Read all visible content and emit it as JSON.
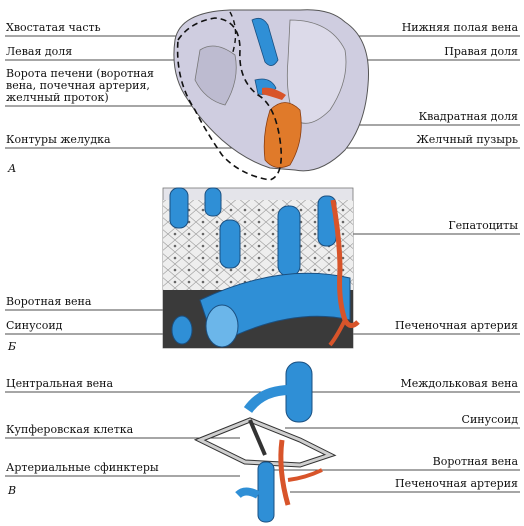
{
  "panelA": {
    "letter": "А",
    "labels_left": [
      "Хвостатая часть",
      "Левая доля",
      "Ворота печени (воротная\nвена, почечная артерия,\nжелчный проток)",
      "Контуры желудка"
    ],
    "labels_right": [
      "Нижняя полая вена",
      "Правая доля",
      "Квадратная доля",
      "Желчный пузырь"
    ]
  },
  "panelB": {
    "letter": "Б",
    "labels_left": [
      "Воротная вена",
      "Синусоид"
    ],
    "labels_right": [
      "Гепатоциты",
      "Печеночная артерия"
    ]
  },
  "panelV": {
    "letter": "В",
    "labels_left": [
      "Центральная вена",
      "Купферовская клетка",
      "Артериальные сфинктеры"
    ],
    "labels_right": [
      "Междольковая вена",
      "Синусоид",
      "Воротная вена",
      "Печеночная артерия"
    ]
  },
  "colors": {
    "vein": "#2f8fd6",
    "artery": "#d8542a",
    "gallbladder": "#e07a2a",
    "liver": "#c9c7d6"
  }
}
